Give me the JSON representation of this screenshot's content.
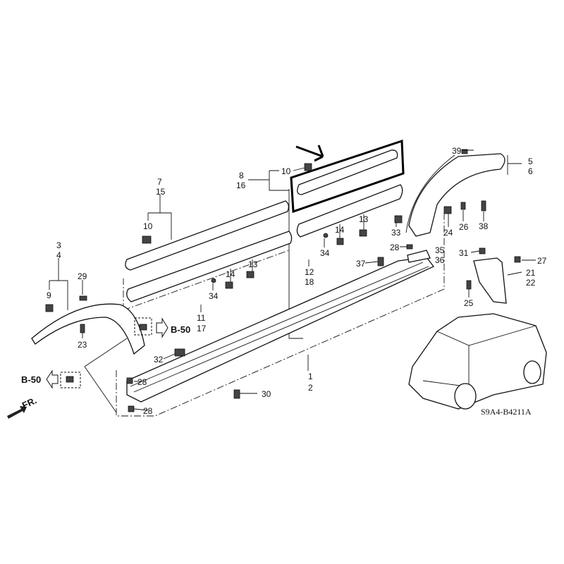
{
  "diagram": {
    "code": "S9A4-B4211A",
    "front_label": "FR.",
    "ref_label": "B-50",
    "callouts": {
      "p1": "1",
      "p2": "2",
      "p3": "3",
      "p4": "4",
      "p5": "5",
      "p6": "6",
      "p7": "7",
      "p8": "8",
      "p9": "9",
      "p10": "10",
      "p11": "11",
      "p12": "12",
      "p13": "13",
      "p14": "14",
      "p15": "15",
      "p16": "16",
      "p17": "17",
      "p18": "18",
      "p21": "21",
      "p22": "22",
      "p23": "23",
      "p24": "24",
      "p25": "25",
      "p26": "26",
      "p27": "27",
      "p28": "28",
      "p29": "29",
      "p30": "30",
      "p31": "31",
      "p32": "32",
      "p33": "33",
      "p34": "34",
      "p35": "35",
      "p36": "36",
      "p37": "37",
      "p38": "38",
      "p39": "39"
    }
  }
}
